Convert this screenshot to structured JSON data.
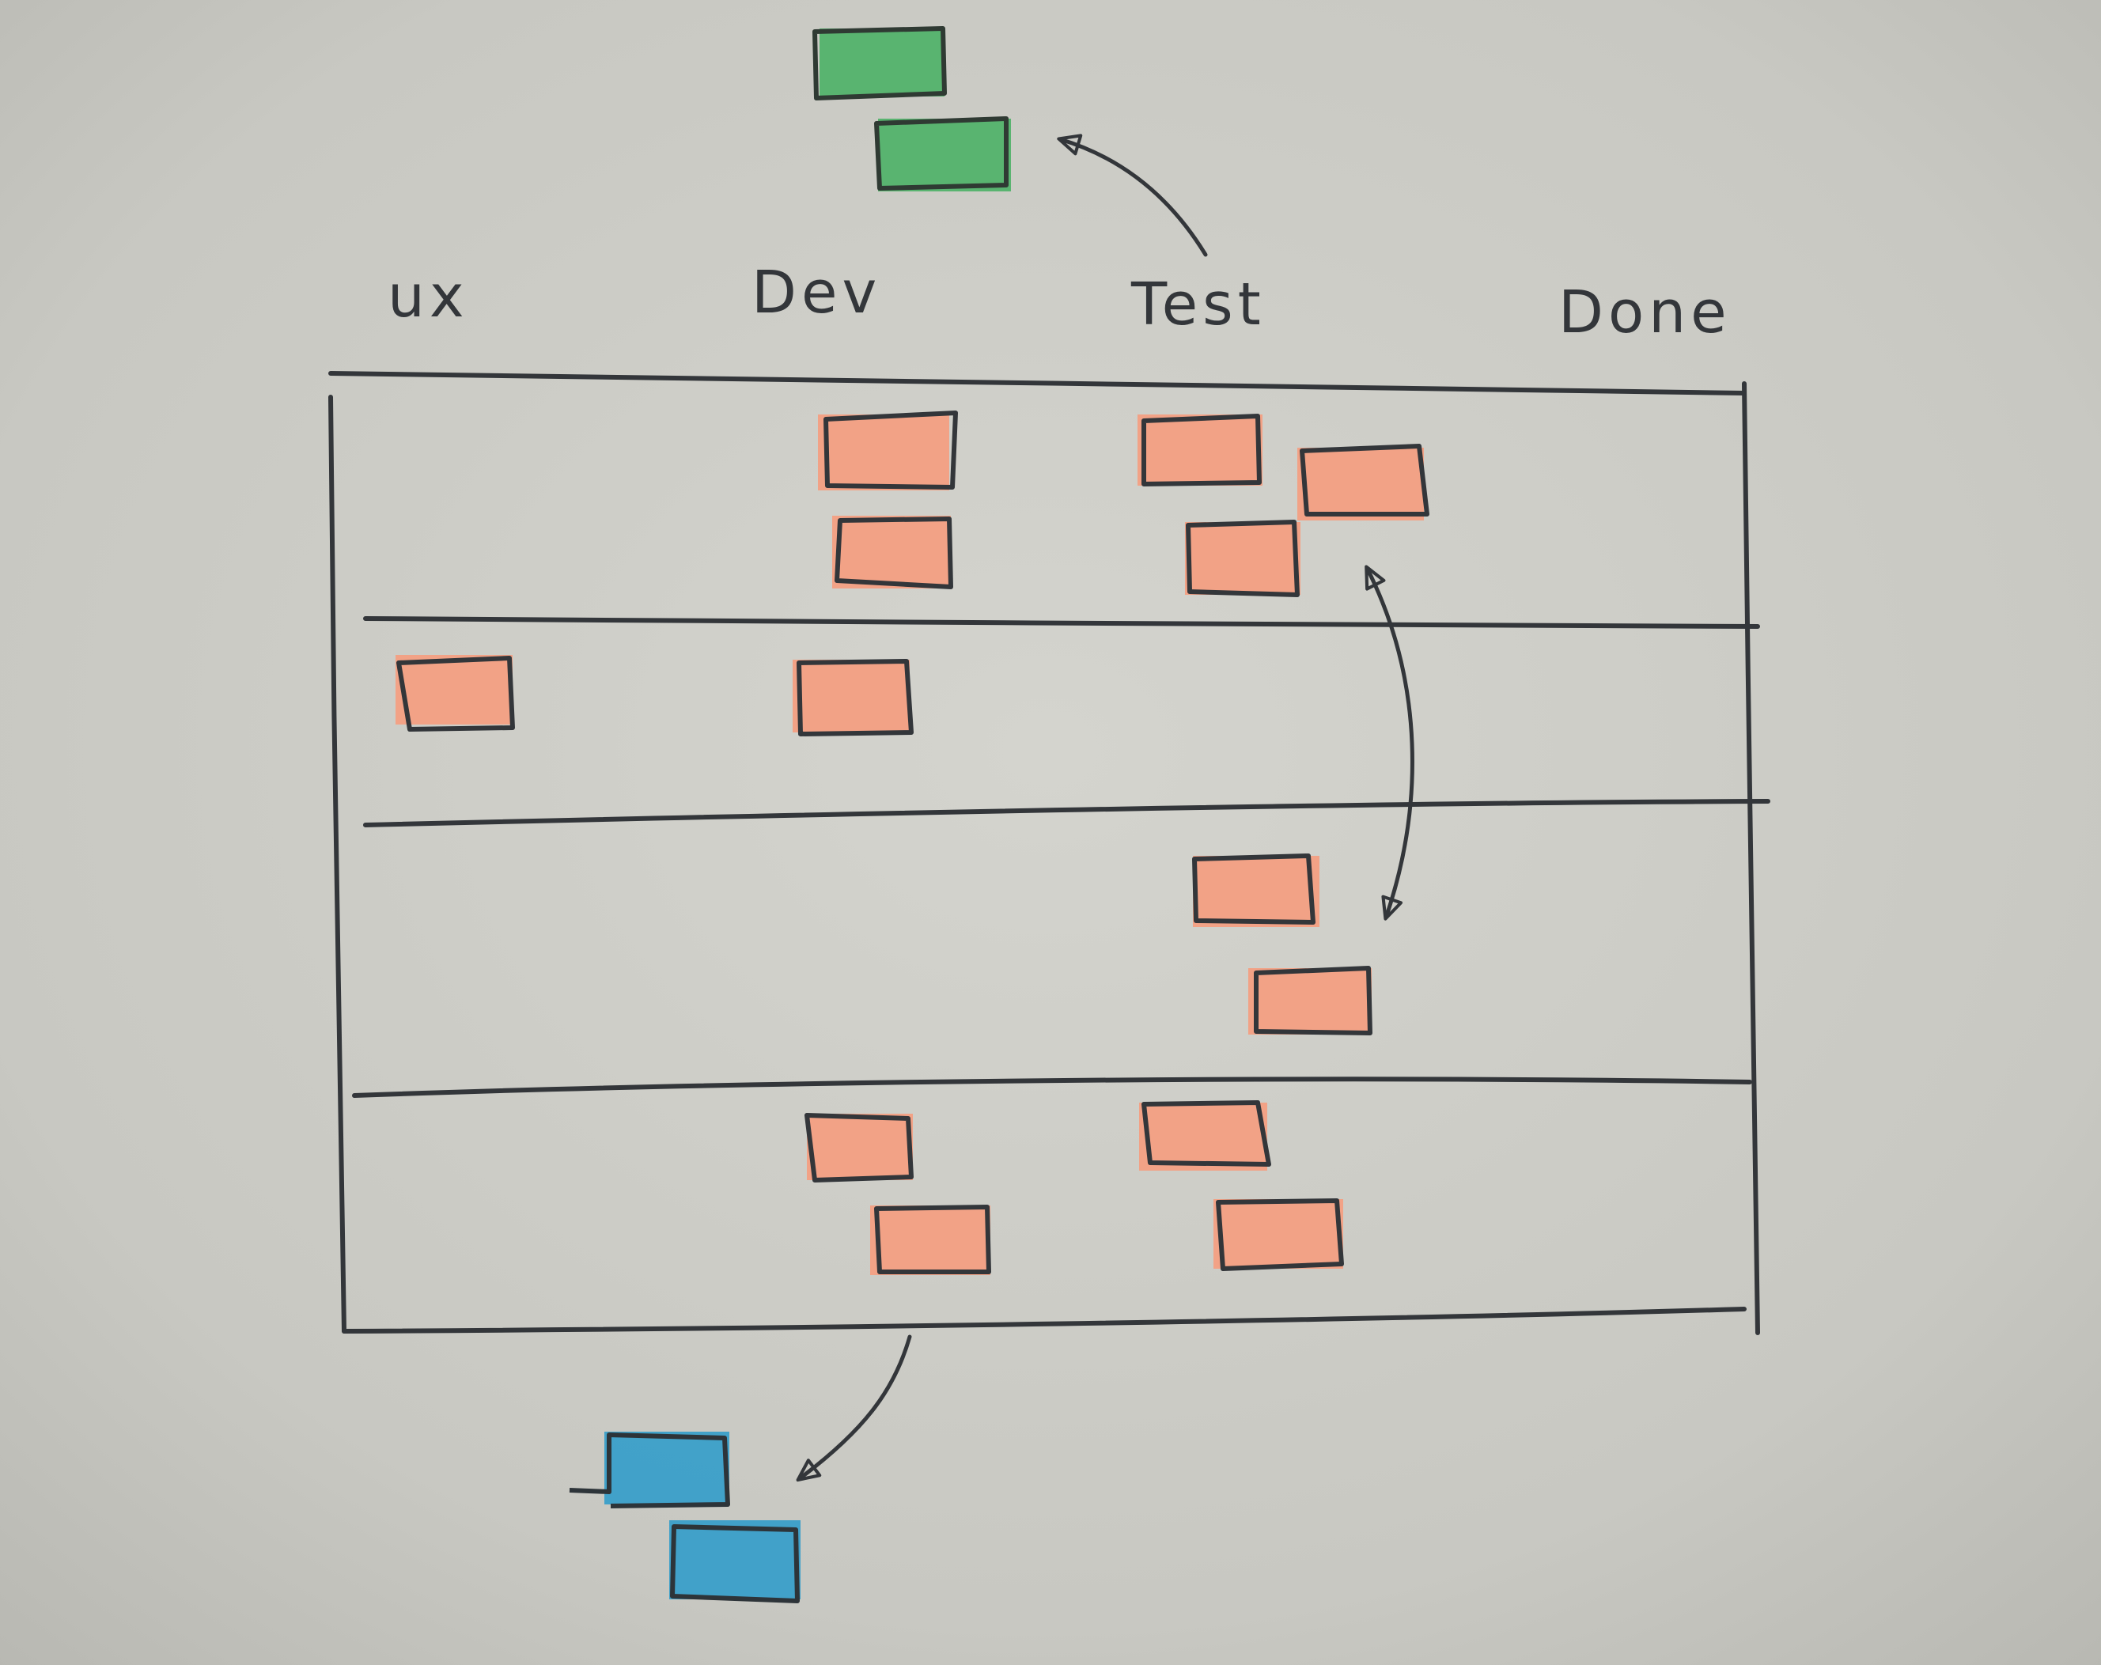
{
  "board": {
    "columns": [
      {
        "id": "ux",
        "label": "ux"
      },
      {
        "id": "dev",
        "label": "Dev"
      },
      {
        "id": "test",
        "label": "Test"
      },
      {
        "id": "done",
        "label": "Done"
      }
    ],
    "swimlanes": [
      {
        "index": 1,
        "cards": [
          {
            "column": "dev",
            "count": 2
          },
          {
            "column": "test",
            "count": 3
          }
        ]
      },
      {
        "index": 2,
        "cards": [
          {
            "column": "ux",
            "count": 1
          },
          {
            "column": "dev",
            "count": 1
          }
        ]
      },
      {
        "index": 3,
        "cards": [
          {
            "column": "test",
            "count": 2
          }
        ]
      },
      {
        "index": 4,
        "cards": [
          {
            "column": "dev",
            "count": 2
          },
          {
            "column": "test",
            "count": 2
          }
        ]
      }
    ],
    "incoming_cards": {
      "count": 2,
      "color": "#4fb268"
    },
    "outgoing_cards": {
      "count": 2,
      "color": "#3a9fc9"
    },
    "card_color": "#f2a286"
  },
  "colors": {
    "paper": "#c9c9c3",
    "ink": "#33363a",
    "green_card": "#4fb268",
    "orange_card": "#f2a286",
    "blue_card": "#3a9fc9"
  }
}
